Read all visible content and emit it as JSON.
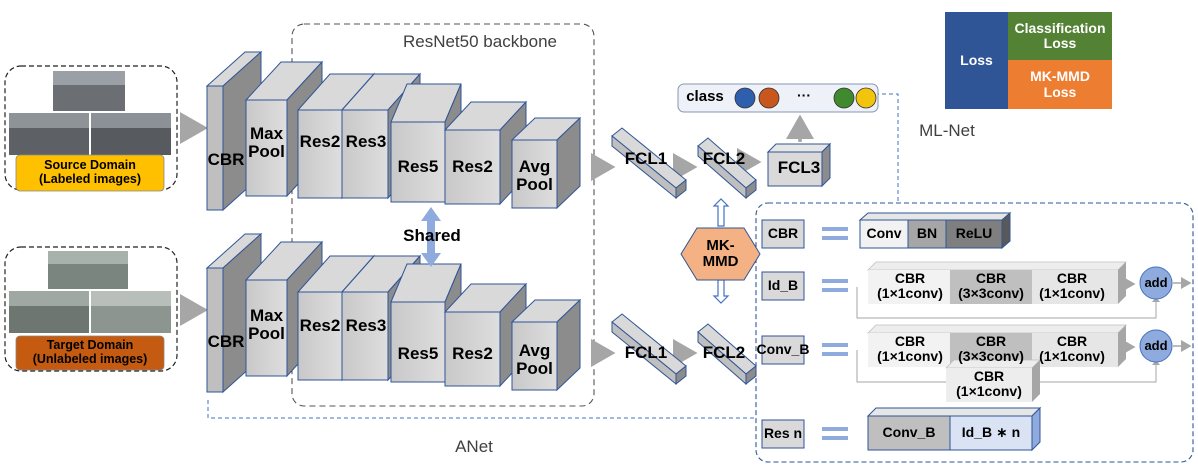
{
  "backbone": {
    "title": "ResNet50 backbone"
  },
  "source": {
    "label_line1": "Source Domain",
    "label_line2": "(Labeled images)"
  },
  "target": {
    "label_line1": "Target Domain",
    "label_line2": "(Unlabeled images)"
  },
  "top_branch": {
    "cbr": "CBR",
    "maxpool_1": "Max",
    "maxpool_2": "Pool",
    "res2": "Res2",
    "res3": "Res3",
    "res5": "Res5",
    "res2b": "Res2",
    "avgpool_1": "Avg",
    "avgpool_2": "Pool",
    "fcl1": "FCL1",
    "fcl2": "FCL2",
    "fcl3": "FCL3"
  },
  "bottom_branch": {
    "cbr": "CBR",
    "maxpool_1": "Max",
    "maxpool_2": "Pool",
    "res2": "Res2",
    "res3": "Res3",
    "res5": "Res5",
    "res2b": "Res2",
    "avgpool_1": "Avg",
    "avgpool_2": "Pool",
    "fcl1": "FCL1",
    "fcl2": "FCL2"
  },
  "shared": "Shared",
  "mkmmd": {
    "line1": "MK-",
    "line2": "MMD"
  },
  "class_label": "class",
  "class_ellipsis": "···",
  "class_colors": [
    "#2e5fae",
    "#c9561c",
    "#3f8a2e",
    "#f2c40c"
  ],
  "mlnet": "ML-Net",
  "anet": "ANet",
  "legend": {
    "loss": "Loss",
    "classification_1": "Classification",
    "classification_2": "Loss",
    "mkmmd_1": "MK-MMD",
    "mkmmd_2": "Loss",
    "colors": {
      "loss": "#2f5597",
      "classification": "#548235",
      "mkmmd": "#ed7d31"
    }
  },
  "modules": {
    "cbr": {
      "name": "CBR",
      "conv": "Conv",
      "bn": "BN",
      "relu": "ReLU"
    },
    "id_b": {
      "name": "Id_B",
      "cbr": "CBR",
      "k1": "(1×1conv)",
      "k3": "(3×3conv)",
      "k1b": "(1×1conv)",
      "add": "add"
    },
    "conv_b": {
      "name": "Conv_B",
      "cbr": "CBR",
      "k1": "(1×1conv)",
      "k3": "(3×3conv)",
      "k1b": "(1×1conv)",
      "skip_k": "(1×1conv)",
      "add": "add"
    },
    "res_n": {
      "name": "Res n",
      "conv_b": "Conv_B",
      "id_bn": "Id_B ∗ n"
    }
  }
}
